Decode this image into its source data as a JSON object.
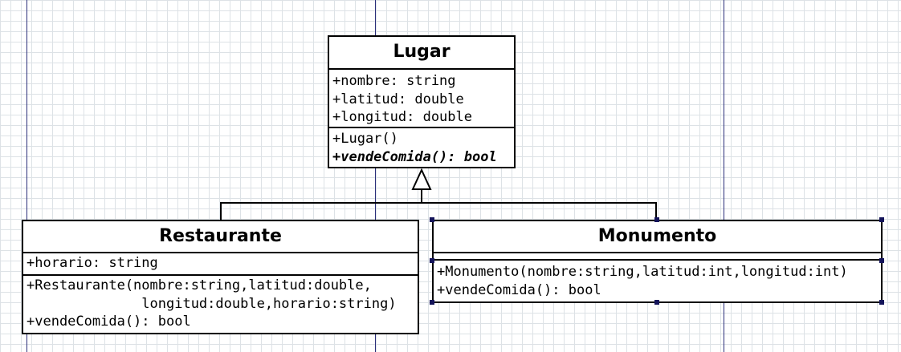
{
  "diagram": {
    "classes": [
      {
        "id": "lugar",
        "name": "Lugar",
        "attributes": [
          "+nombre: string",
          "+latitud: double",
          "+longitud: double"
        ],
        "operations": [
          {
            "text": "+Lugar()",
            "abstract": false
          },
          {
            "text": "+vendeComida(): bool",
            "abstract": true
          }
        ]
      },
      {
        "id": "restaurante",
        "name": "Restaurante",
        "attributes": [
          "+horario: string"
        ],
        "operations": [
          {
            "text": "+Restaurante(nombre:string,latitud:double,",
            "abstract": false
          },
          {
            "text": "              longitud:double,horario:string)",
            "abstract": false
          },
          {
            "text": "+vendeComida(): bool",
            "abstract": false
          }
        ]
      },
      {
        "id": "monumento",
        "name": "Monumento",
        "attributes": [],
        "operations": [
          {
            "text": "+Monumento(nombre:string,latitud:int,longitud:int)",
            "abstract": false
          },
          {
            "text": "+vendeComida(): bool",
            "abstract": false
          }
        ]
      }
    ],
    "relations": [
      {
        "type": "generalization",
        "from": "restaurante",
        "to": "lugar"
      },
      {
        "type": "generalization",
        "from": "monumento",
        "to": "lugar"
      }
    ]
  },
  "colors": {
    "grid": "#dde2e6",
    "page_guide": "#2b2f7a",
    "selection_handle": "#14145a",
    "border": "#000000"
  }
}
